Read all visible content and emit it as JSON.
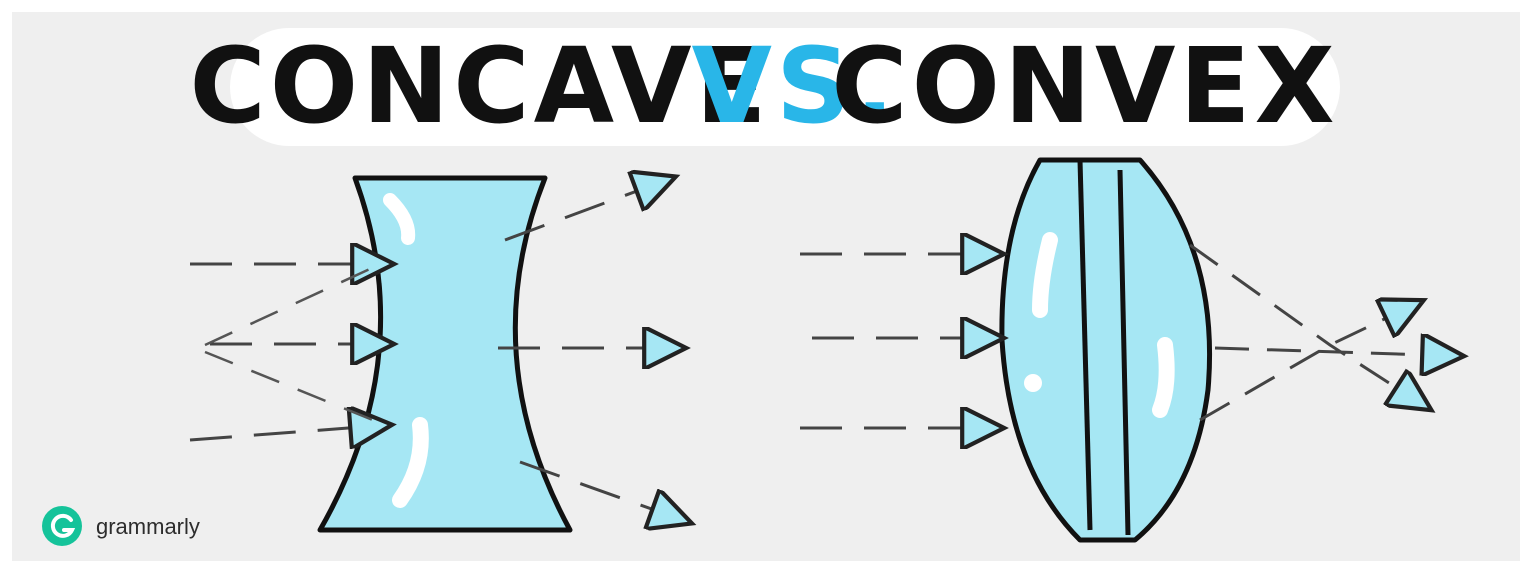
{
  "title": {
    "left_word": "CONCAVE",
    "middle_word": "VS.",
    "right_word": "CONVEX"
  },
  "brand": {
    "name": "grammarly",
    "logo_letter": "G"
  },
  "colors": {
    "lens_fill": "#a6e7f4",
    "accent": "#29b6e8",
    "ink": "#111111",
    "dash": "#444444",
    "logo_green": "#15c39a",
    "background": "#efefef",
    "title_pill": "#ffffff"
  }
}
